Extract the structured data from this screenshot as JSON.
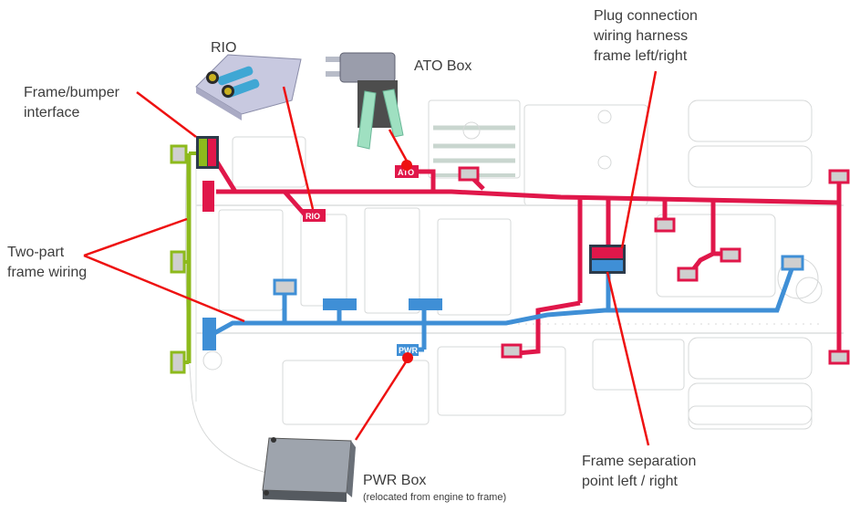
{
  "labels": {
    "rio": "RIO",
    "ato_box": "ATO Box",
    "frame_bumper_line1": "Frame/bumper",
    "frame_bumper_line2": "interface",
    "two_part_line1": "Two-part",
    "two_part_line2": "frame wiring",
    "plug_line1": "Plug connection",
    "plug_line2": "wiring harness",
    "plug_line3": "frame left/right",
    "pwr_box": "PWR Box",
    "pwr_box_note": "(relocated from engine to frame)",
    "separation_line1": "Frame separation",
    "separation_line2": "point left / right"
  },
  "connector_tags": {
    "rio": "RIO",
    "ato": "ATO",
    "pwr": "PWR"
  },
  "colors": {
    "harness_red": "#e0174a",
    "harness_blue": "#3f8fd6",
    "harness_green": "#8dba1c",
    "callout_red": "#ee1111",
    "connector_fill": "#cfcfcf",
    "plug_border": "#2c3a4a"
  }
}
